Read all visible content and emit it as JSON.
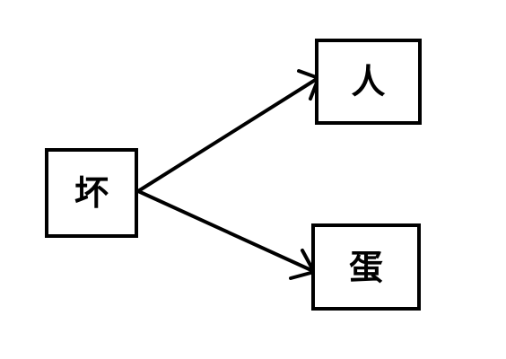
{
  "diagram": {
    "nodes": [
      {
        "id": "source",
        "label": "坏"
      },
      {
        "id": "top",
        "label": "人"
      },
      {
        "id": "bottom",
        "label": "蛋"
      }
    ],
    "edges": [
      {
        "from": "source",
        "to": "top",
        "directed": true
      },
      {
        "from": "source",
        "to": "bottom",
        "directed": true
      }
    ],
    "colors": {
      "stroke": "#000000",
      "background": "#ffffff"
    }
  }
}
